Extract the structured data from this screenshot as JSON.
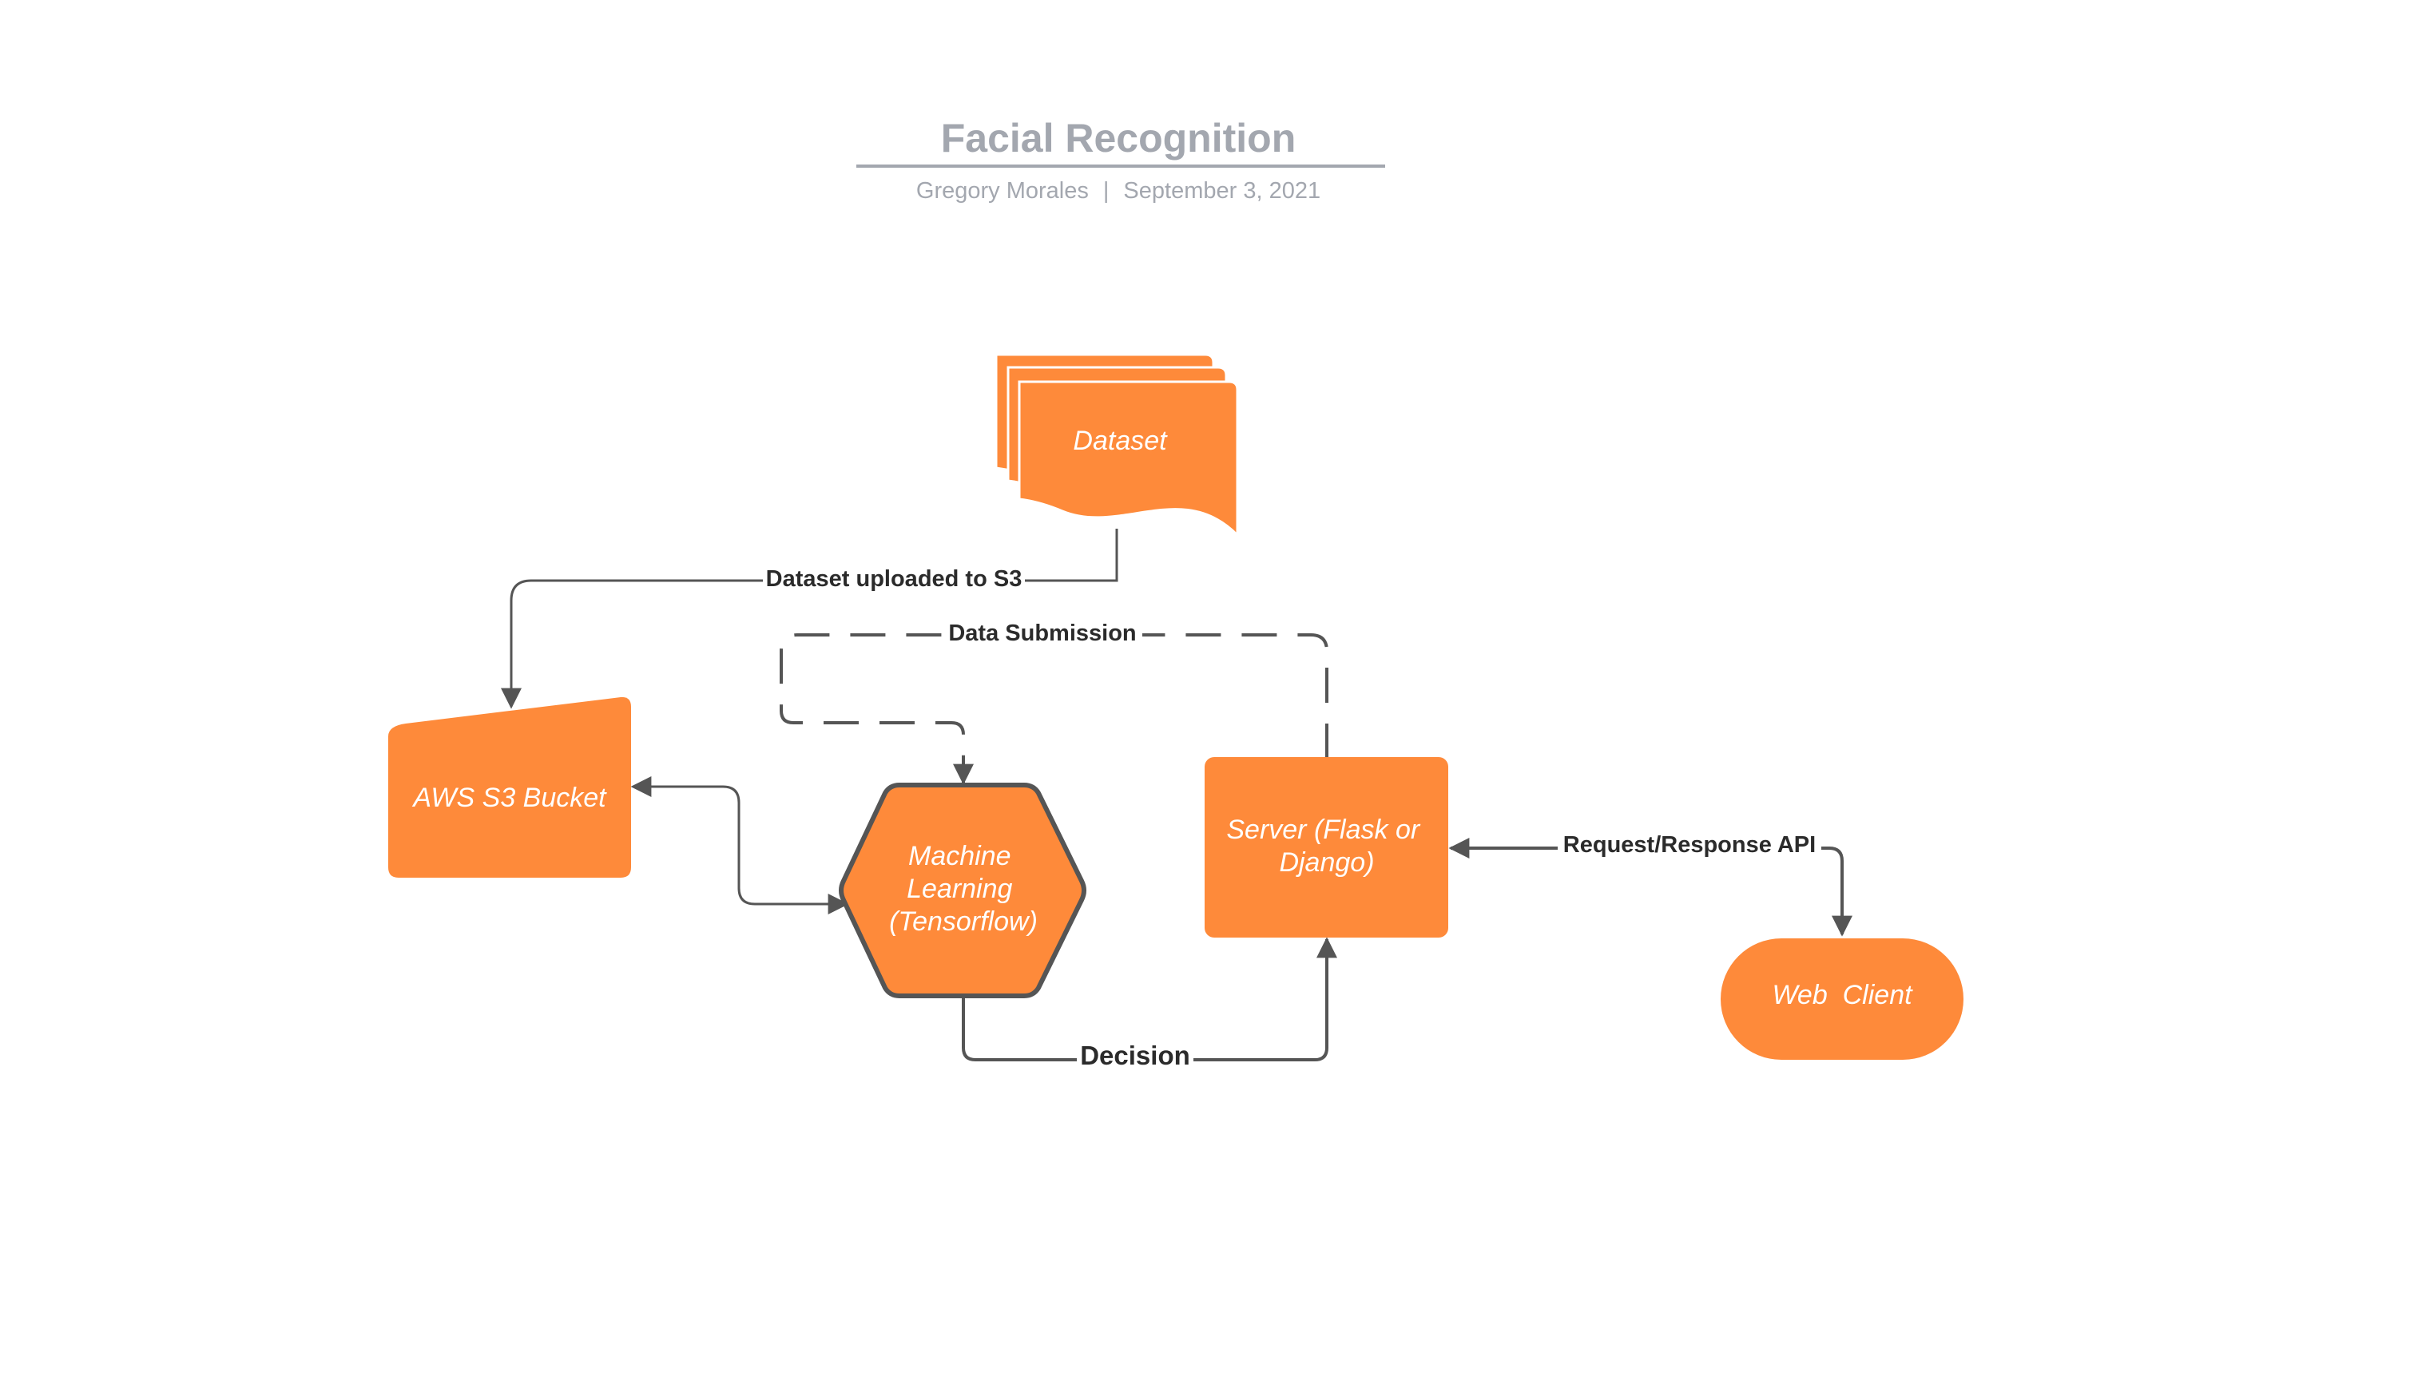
{
  "header": {
    "title": "Facial Recognition",
    "author": "Gregory Morales",
    "separator": "|",
    "date": "September 3, 2021"
  },
  "nodes": {
    "dataset": {
      "label": "Dataset"
    },
    "s3": {
      "label": "AWS S3 Bucket"
    },
    "ml": {
      "lines": [
        "Machine",
        "Learning",
        "(Tensorflow)"
      ]
    },
    "server": {
      "lines": [
        "Server (Flask or",
        "Django)"
      ]
    },
    "client": {
      "label": "Web  Client"
    }
  },
  "edges": {
    "upload": {
      "label": "Dataset uploaded to S3"
    },
    "submission": {
      "label": "Data Submission"
    },
    "decision": {
      "label": "Decision"
    },
    "api": {
      "label": "Request/Response API"
    }
  },
  "colors": {
    "shape_fill": "#FE8A3A",
    "shape_text": "#FFFFFF",
    "edge_line": "#555555",
    "edge_text": "#2B2B2B",
    "header_text": "#A3A7AF",
    "header_rule": "#A3A7AF"
  }
}
